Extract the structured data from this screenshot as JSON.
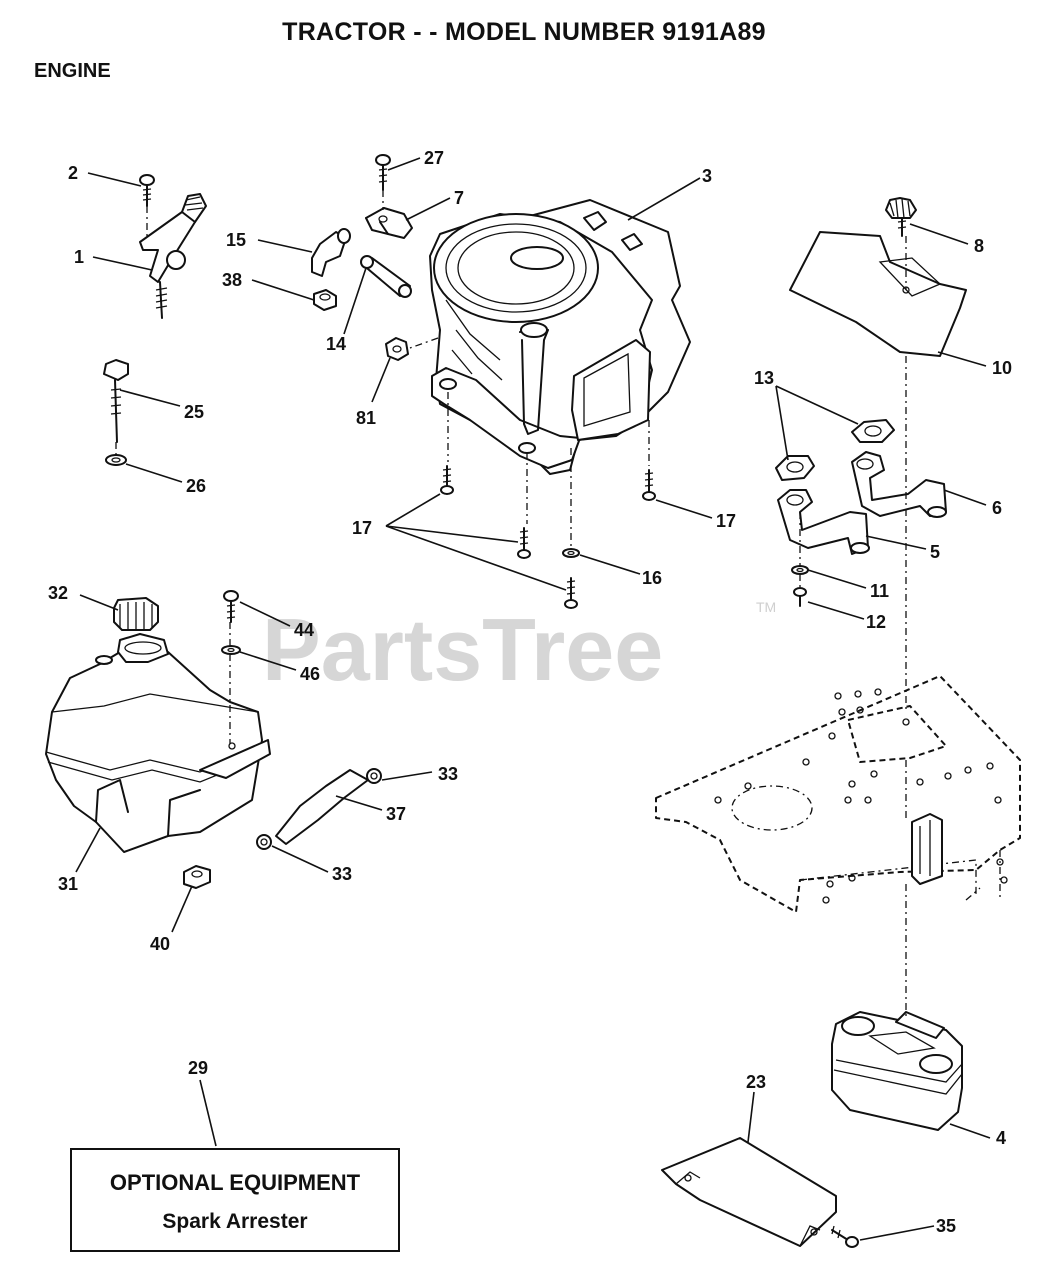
{
  "header": {
    "title": "TRACTOR - - MODEL NUMBER 9191A89",
    "section": "ENGINE"
  },
  "watermark": {
    "text": "PartsTree",
    "trademark": "TM"
  },
  "optional_equipment": {
    "title": "OPTIONAL EQUIPMENT",
    "item": "Spark Arrester",
    "callout": "29"
  },
  "callouts": {
    "c1": "1",
    "c2": "2",
    "c3": "3",
    "c4": "4",
    "c5": "5",
    "c6": "6",
    "c7": "7",
    "c8": "8",
    "c10": "10",
    "c11": "11",
    "c12": "12",
    "c13": "13",
    "c14": "14",
    "c15": "15",
    "c16": "16",
    "c17a": "17",
    "c17b": "17",
    "c23": "23",
    "c25": "25",
    "c26": "26",
    "c27": "27",
    "c31": "31",
    "c32": "32",
    "c33a": "33",
    "c33b": "33",
    "c35": "35",
    "c37": "37",
    "c38": "38",
    "c40": "40",
    "c44": "44",
    "c46": "46",
    "c81": "81"
  }
}
